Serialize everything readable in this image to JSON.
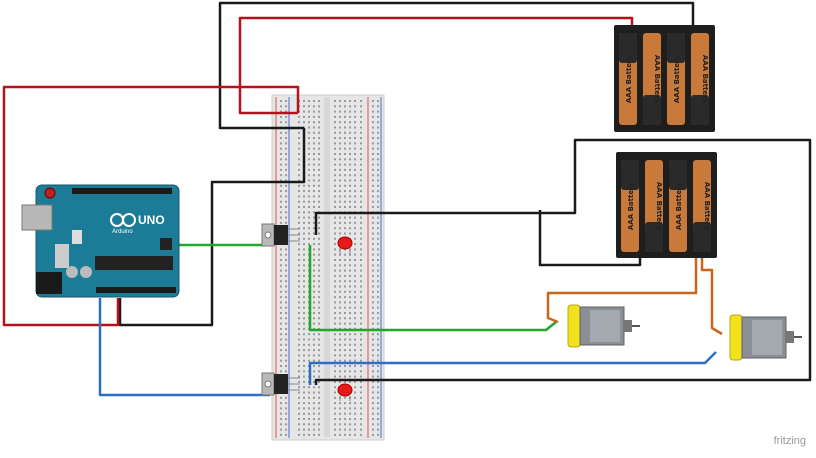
{
  "watermark": "fritzing",
  "battery_label": "AAA Battery",
  "arduino": {
    "model_text": "UNO",
    "brand_text": "Arduino"
  },
  "colors": {
    "red_wire": "#b5121b",
    "black_wire": "#1a1a1a",
    "green_wire": "#22a829",
    "blue_wire": "#2e6fc6",
    "orange_wire": "#c8661e",
    "arduino_board": "#1c7b97",
    "breadboard": "#e6e6e6",
    "led": "#e8191a",
    "motor_body": "#8a8f95",
    "motor_cap": "#f2e21e",
    "battery_copper": "#c9793a",
    "battery_holder": "#1e1e1e"
  }
}
